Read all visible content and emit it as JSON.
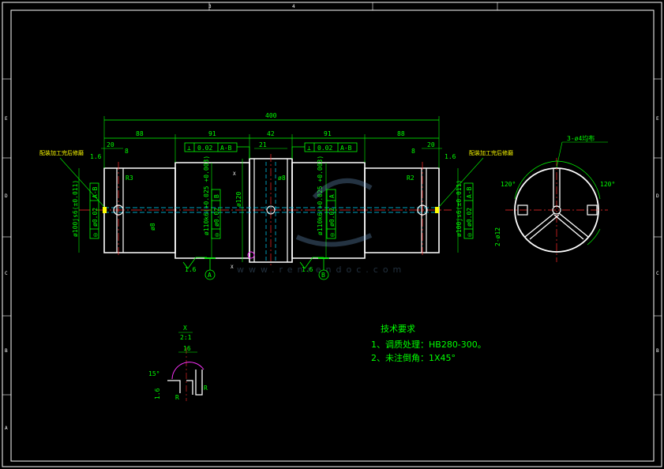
{
  "frame": {
    "zone_numbers_top": [
      "3",
      "4"
    ],
    "zone_letters_left": [
      "E",
      "D",
      "C",
      "B",
      "A"
    ]
  },
  "dimensions": {
    "overall_length": "400",
    "left_end_length": "88",
    "left_journal_length": "91",
    "collar_length": "42",
    "right_journal_length": "91",
    "right_end_length": "88",
    "left_shoulder": "20",
    "left_groove": "8",
    "left_step": "1.6",
    "collar_width": "21",
    "right_groove": "8",
    "right_shoulder": "20",
    "right_step": "1.6",
    "collar_diameter": "ø120",
    "center_hole": "ø8",
    "axial_hole": "ø8",
    "left_end_diameter": "ø100js6(±0.011)",
    "left_journal_diameter": "ø110k6(+0.025 +0.003)",
    "right_journal_diameter": "ø110k6(+0.025 +0.003)",
    "right_end_diameter": "ø100js6(±0.011)",
    "left_chamfer": "R3",
    "right_chamfer": "R2",
    "roughness_left": "1.6",
    "roughness_right": "1.6",
    "view_mark": "X"
  },
  "tolerances": {
    "perp_left": [
      "⊥",
      "0.02",
      "A-B"
    ],
    "perp_right": [
      "⊥",
      "0.02",
      "A-B"
    ],
    "runout_left_end": [
      "◎",
      "ø0.02",
      "A-B"
    ],
    "runout_left_journal": [
      "◎",
      "ø0.02",
      "B"
    ],
    "runout_right_journal": [
      "◎",
      "ø0.02",
      "A"
    ],
    "runout_right_end": [
      "◎",
      "ø0.02",
      "A-B"
    ]
  },
  "datums": {
    "a": "A",
    "b": "B"
  },
  "callouts": {
    "left_note": "配装加工完后修磨",
    "right_note": "配装加工完后修磨"
  },
  "section_view": {
    "holes_label": "3-ø4均布",
    "angle_left": "120°",
    "angle_right": "120°",
    "slot_label": "2-ø12"
  },
  "detail_view": {
    "title": "X",
    "scale": "2:1",
    "width": "16",
    "angle": "15°",
    "depth": "1.6",
    "radius_left": "R",
    "radius_right": "R"
  },
  "notes": {
    "heading": "技术要求",
    "line1": "1、调质处理：HB280-300。",
    "line2": "2、未注倒角：1X45°"
  },
  "watermark": {
    "site": "www.renrendoc.com"
  }
}
